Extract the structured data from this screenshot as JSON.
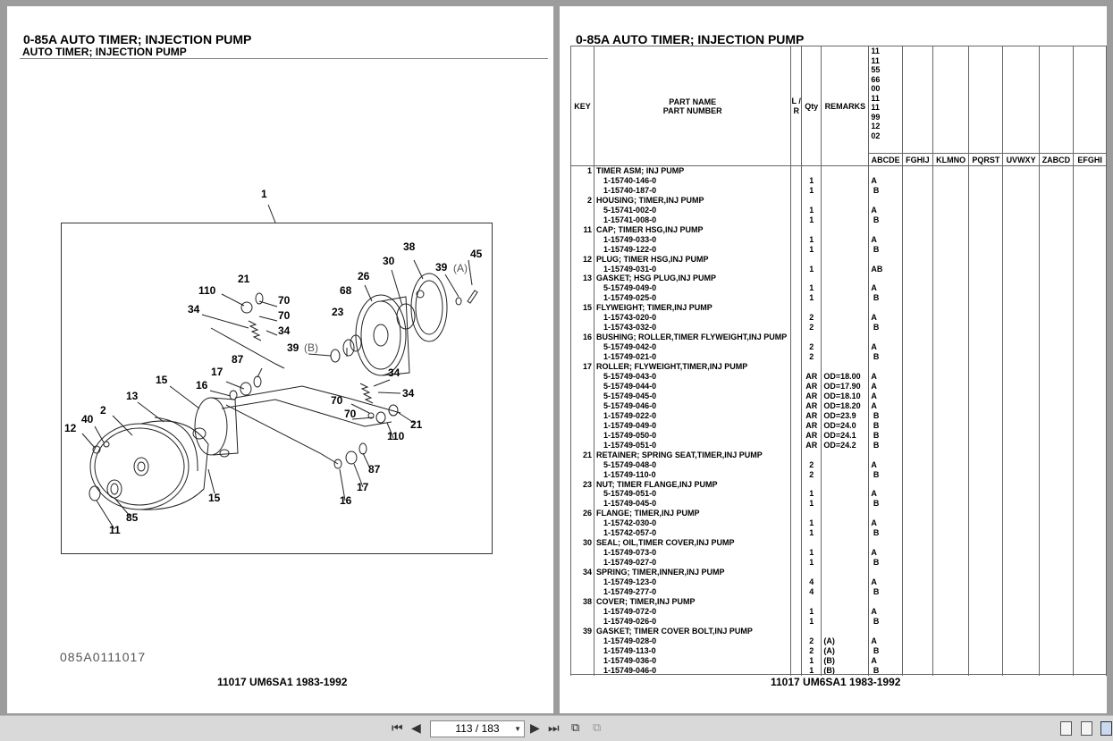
{
  "left": {
    "title": "0-85A  AUTO TIMER; INJECTION PUMP",
    "subtitle": "AUTO TIMER; INJECTION PUMP",
    "drawing_code": "085A0111017",
    "footer": "11017 UM6SA1 1983-1992",
    "callouts": [
      "1",
      "45",
      "38",
      "39",
      "(A)",
      "30",
      "21",
      "26",
      "110",
      "70",
      "68",
      "34",
      "70",
      "34",
      "23",
      "39",
      "(B)",
      "87",
      "17",
      "15",
      "16",
      "34",
      "13",
      "34",
      "2",
      "70",
      "40",
      "70",
      "21",
      "12",
      "110",
      "87",
      "17",
      "15",
      "85",
      "16",
      "11"
    ]
  },
  "right": {
    "title": "0-85A  AUTO TIMER; INJECTION PUMP",
    "footer": "11017 UM6SA1 1983-1992",
    "headers": {
      "key": "KEY",
      "part_name": "PART NAME",
      "part_number": "PART NUMBER",
      "lr": "L / R",
      "qty": "Qty",
      "remarks": "REMARKS",
      "codes": [
        "11",
        "11",
        "55",
        "66",
        "00",
        "11",
        "11",
        "99",
        "12",
        "02"
      ],
      "groups": [
        "ABCDE",
        "FGHIJ",
        "KLMNO",
        "PQRST",
        "UVWXY",
        "ZABCD",
        "EFGHI"
      ]
    },
    "rows": [
      {
        "key": "1",
        "name": "TIMER ASM; INJ PUMP",
        "qty": "",
        "rem": "",
        "c": ""
      },
      {
        "key": "",
        "name": "1-15740-146-0",
        "qty": "1",
        "rem": "",
        "c": "A"
      },
      {
        "key": "",
        "name": "1-15740-187-0",
        "qty": "1",
        "rem": "",
        "c": " B"
      },
      {
        "key": "2",
        "name": "HOUSING; TIMER,INJ PUMP",
        "qty": "",
        "rem": "",
        "c": ""
      },
      {
        "key": "",
        "name": "5-15741-002-0",
        "qty": "1",
        "rem": "",
        "c": "A"
      },
      {
        "key": "",
        "name": "1-15741-008-0",
        "qty": "1",
        "rem": "",
        "c": " B"
      },
      {
        "key": "11",
        "name": "CAP; TIMER HSG,INJ PUMP",
        "qty": "",
        "rem": "",
        "c": ""
      },
      {
        "key": "",
        "name": "1-15749-033-0",
        "qty": "1",
        "rem": "",
        "c": "A"
      },
      {
        "key": "",
        "name": "1-15749-122-0",
        "qty": "1",
        "rem": "",
        "c": " B"
      },
      {
        "key": "12",
        "name": "PLUG; TIMER HSG,INJ PUMP",
        "qty": "",
        "rem": "",
        "c": ""
      },
      {
        "key": "",
        "name": "1-15749-031-0",
        "qty": "1",
        "rem": "",
        "c": "AB"
      },
      {
        "key": "13",
        "name": "GASKET; HSG PLUG,INJ PUMP",
        "qty": "",
        "rem": "",
        "c": ""
      },
      {
        "key": "",
        "name": "5-15749-049-0",
        "qty": "1",
        "rem": "",
        "c": "A"
      },
      {
        "key": "",
        "name": "1-15749-025-0",
        "qty": "1",
        "rem": "",
        "c": " B"
      },
      {
        "key": "15",
        "name": "FLYWEIGHT; TIMER,INJ PUMP",
        "qty": "",
        "rem": "",
        "c": ""
      },
      {
        "key": "",
        "name": "1-15743-020-0",
        "qty": "2",
        "rem": "",
        "c": "A"
      },
      {
        "key": "",
        "name": "1-15743-032-0",
        "qty": "2",
        "rem": "",
        "c": " B"
      },
      {
        "key": "16",
        "name": "BUSHING; ROLLER,TIMER FLYWEIGHT,INJ PUMP",
        "qty": "",
        "rem": "",
        "c": ""
      },
      {
        "key": "",
        "name": "5-15749-042-0",
        "qty": "2",
        "rem": "",
        "c": "A"
      },
      {
        "key": "",
        "name": "1-15749-021-0",
        "qty": "2",
        "rem": "",
        "c": " B"
      },
      {
        "key": "17",
        "name": "ROLLER; FLYWEIGHT,TIMER,INJ PUMP",
        "qty": "",
        "rem": "",
        "c": ""
      },
      {
        "key": "",
        "name": "5-15749-043-0",
        "qty": "AR",
        "rem": "OD=18.00",
        "c": "A"
      },
      {
        "key": "",
        "name": "5-15749-044-0",
        "qty": "AR",
        "rem": "OD=17.90",
        "c": "A"
      },
      {
        "key": "",
        "name": "5-15749-045-0",
        "qty": "AR",
        "rem": "OD=18.10",
        "c": "A"
      },
      {
        "key": "",
        "name": "5-15749-046-0",
        "qty": "AR",
        "rem": "OD=18.20",
        "c": "A"
      },
      {
        "key": "",
        "name": "1-15749-022-0",
        "qty": "AR",
        "rem": "OD=23.9",
        "c": " B"
      },
      {
        "key": "",
        "name": "1-15749-049-0",
        "qty": "AR",
        "rem": "OD=24.0",
        "c": " B"
      },
      {
        "key": "",
        "name": "1-15749-050-0",
        "qty": "AR",
        "rem": "OD=24.1",
        "c": " B"
      },
      {
        "key": "",
        "name": "1-15749-051-0",
        "qty": "AR",
        "rem": "OD=24.2",
        "c": " B"
      },
      {
        "key": "21",
        "name": "RETAINER; SPRING SEAT,TIMER,INJ PUMP",
        "qty": "",
        "rem": "",
        "c": ""
      },
      {
        "key": "",
        "name": "5-15749-048-0",
        "qty": "2",
        "rem": "",
        "c": "A"
      },
      {
        "key": "",
        "name": "1-15749-110-0",
        "qty": "2",
        "rem": "",
        "c": " B"
      },
      {
        "key": "23",
        "name": "NUT; TIMER FLANGE,INJ PUMP",
        "qty": "",
        "rem": "",
        "c": ""
      },
      {
        "key": "",
        "name": "5-15749-051-0",
        "qty": "1",
        "rem": "",
        "c": "A"
      },
      {
        "key": "",
        "name": "1-15749-045-0",
        "qty": "1",
        "rem": "",
        "c": " B"
      },
      {
        "key": "26",
        "name": "FLANGE; TIMER,INJ PUMP",
        "qty": "",
        "rem": "",
        "c": ""
      },
      {
        "key": "",
        "name": "1-15742-030-0",
        "qty": "1",
        "rem": "",
        "c": "A"
      },
      {
        "key": "",
        "name": "1-15742-057-0",
        "qty": "1",
        "rem": "",
        "c": " B"
      },
      {
        "key": "30",
        "name": "SEAL; OIL,TIMER COVER,INJ PUMP",
        "qty": "",
        "rem": "",
        "c": ""
      },
      {
        "key": "",
        "name": "1-15749-073-0",
        "qty": "1",
        "rem": "",
        "c": "A"
      },
      {
        "key": "",
        "name": "1-15749-027-0",
        "qty": "1",
        "rem": "",
        "c": " B"
      },
      {
        "key": "34",
        "name": "SPRING; TIMER,INNER,INJ PUMP",
        "qty": "",
        "rem": "",
        "c": ""
      },
      {
        "key": "",
        "name": "1-15749-123-0",
        "qty": "4",
        "rem": "",
        "c": "A"
      },
      {
        "key": "",
        "name": "1-15749-277-0",
        "qty": "4",
        "rem": "",
        "c": " B"
      },
      {
        "key": "38",
        "name": "COVER; TIMER,INJ PUMP",
        "qty": "",
        "rem": "",
        "c": ""
      },
      {
        "key": "",
        "name": "1-15749-072-0",
        "qty": "1",
        "rem": "",
        "c": "A"
      },
      {
        "key": "",
        "name": "1-15749-026-0",
        "qty": "1",
        "rem": "",
        "c": " B"
      },
      {
        "key": "39",
        "name": "GASKET; TIMER COVER BOLT,INJ PUMP",
        "qty": "",
        "rem": "",
        "c": ""
      },
      {
        "key": "",
        "name": "1-15749-028-0",
        "qty": "2",
        "rem": "(A)",
        "c": "A"
      },
      {
        "key": "",
        "name": "1-15749-113-0",
        "qty": "2",
        "rem": "(A)",
        "c": " B"
      },
      {
        "key": "",
        "name": "1-15749-036-0",
        "qty": "1",
        "rem": "(B)",
        "c": "A"
      },
      {
        "key": "",
        "name": "1-15749-046-0",
        "qty": "1",
        "rem": "(B)",
        "c": " B"
      }
    ]
  },
  "toolbar": {
    "page_indicator": "113 / 183"
  }
}
